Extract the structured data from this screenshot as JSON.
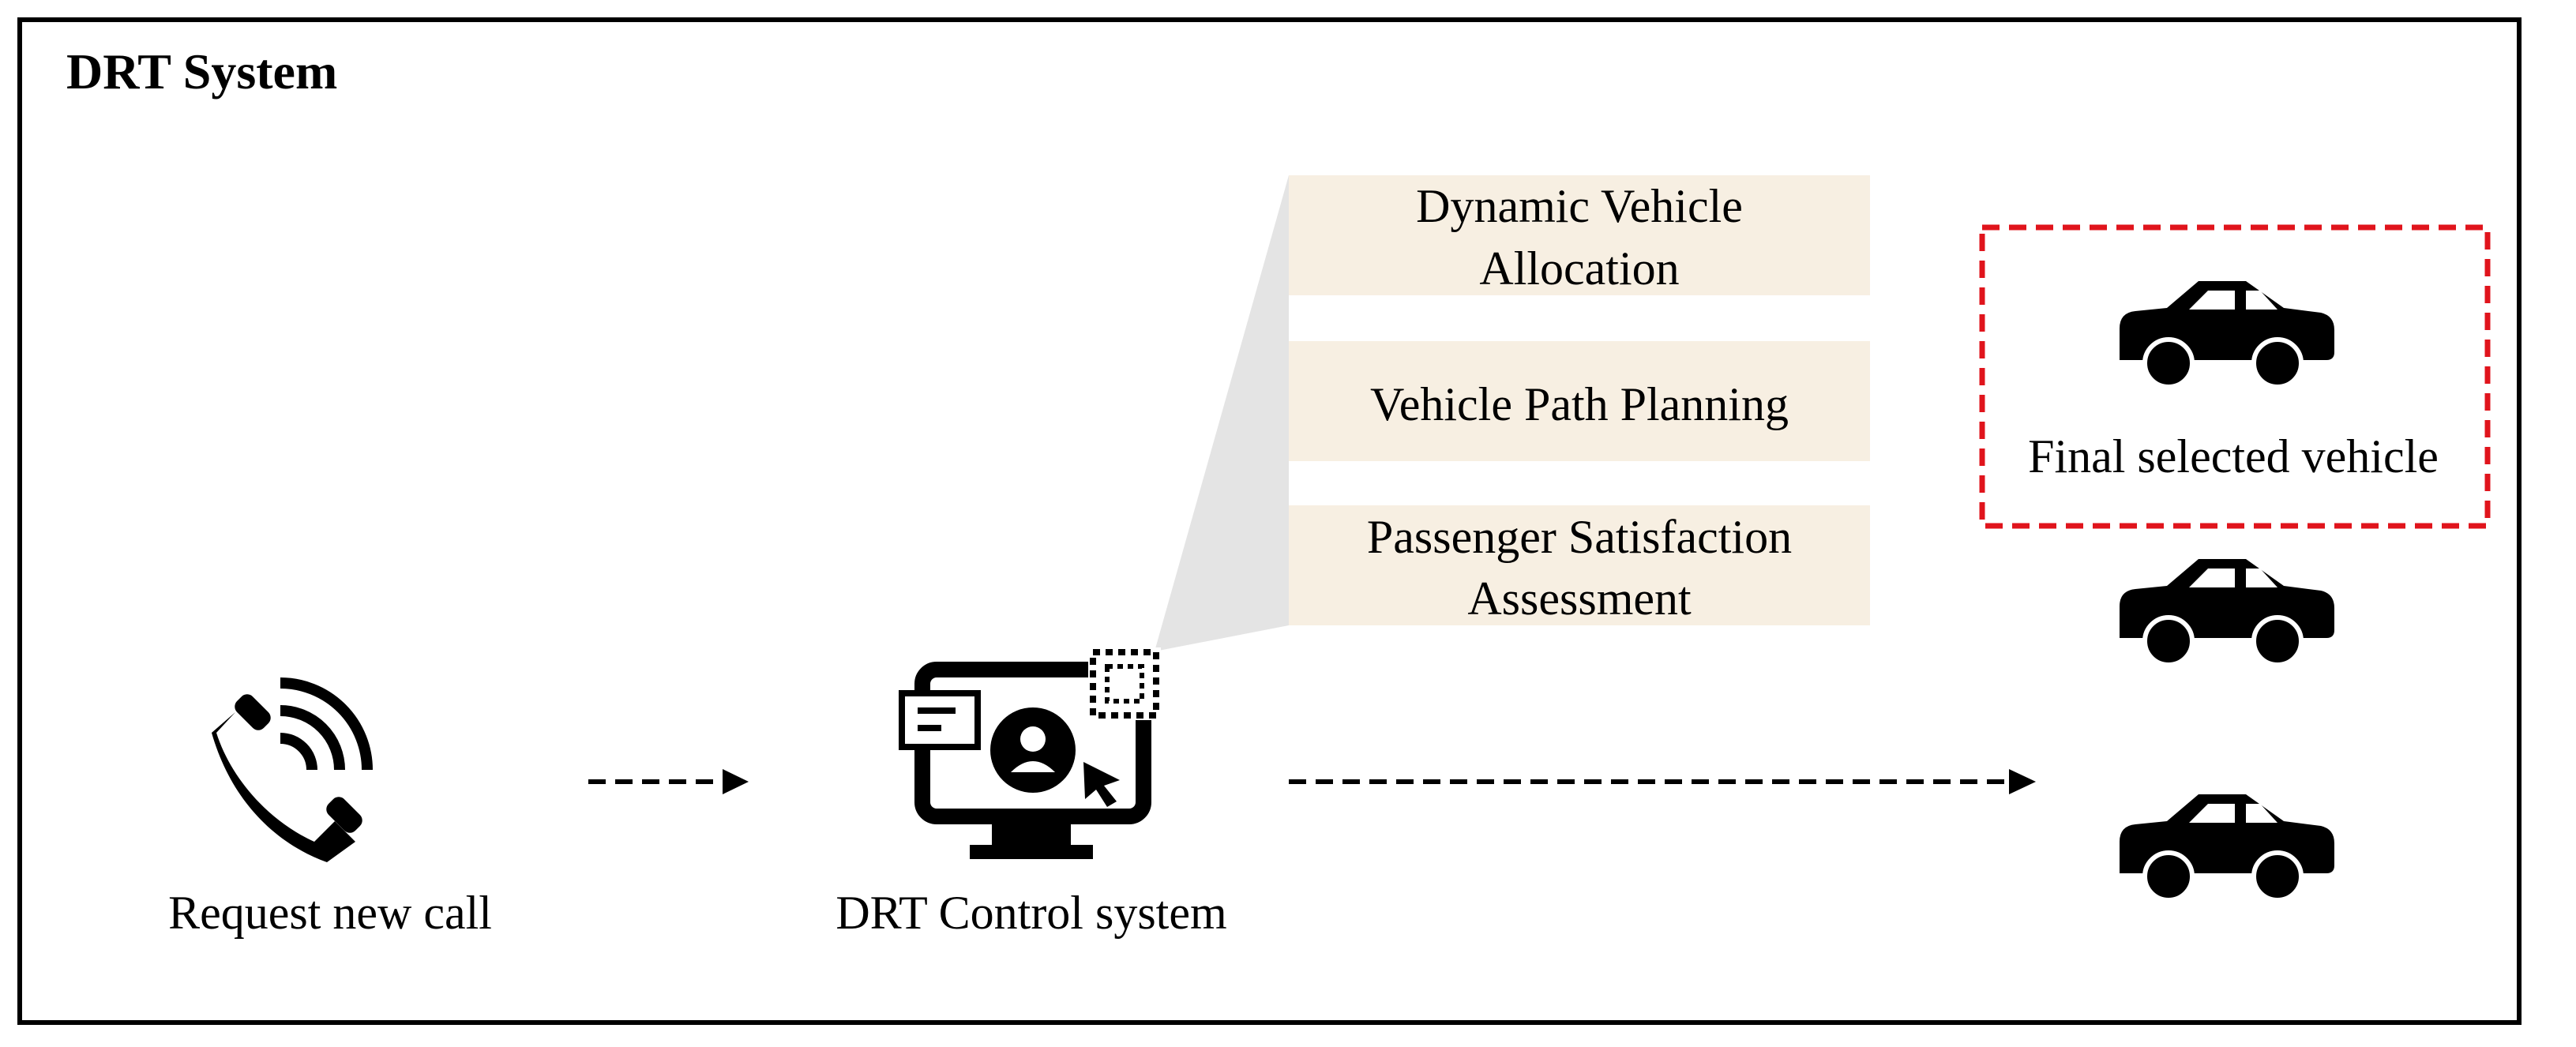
{
  "diagram": {
    "title": "DRT System",
    "nodes": {
      "request": {
        "label": "Request new call",
        "icon": "phone-ringing-icon"
      },
      "control": {
        "label": "DRT Control system",
        "icon": "monitor-user-icon"
      },
      "vehicles": {
        "icon": "car-icon",
        "count": 3
      }
    },
    "functions": [
      {
        "line1": "Dynamic Vehicle",
        "line2": "Allocation"
      },
      {
        "line1": "Vehicle Path Planning",
        "line2": ""
      },
      {
        "line1": "Passenger Satisfaction",
        "line2": "Assessment"
      }
    ],
    "selection": {
      "label": "Final selected vehicle",
      "color": "#e0141c"
    },
    "colors": {
      "frame": "#000000",
      "box_fill": "#f7efe2",
      "callout_fill": "#e4e4e4",
      "icon": "#000000"
    }
  }
}
